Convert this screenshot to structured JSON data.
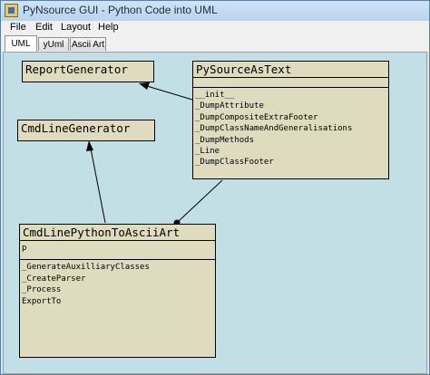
{
  "window": {
    "title": "PyNsource GUI - Python Code into UML"
  },
  "menu": [
    "File",
    "Edit",
    "Layout",
    "Help"
  ],
  "tabs": [
    "UML",
    "yUml",
    "Ascii Art"
  ],
  "active_tab": "UML",
  "classes": {
    "report_generator": {
      "name": "ReportGenerator"
    },
    "cmdline_generator": {
      "name": "CmdLineGenerator"
    },
    "pysource_as_text": {
      "name": "PySourceAsText",
      "methods": [
        "__init__",
        "_DumpAttribute",
        "_DumpCompositeExtraFooter",
        "_DumpClassNameAndGeneralisations",
        "_DumpMethods",
        "_Line",
        "_DumpClassFooter"
      ]
    },
    "cmdline_python_to_ascii_art": {
      "name": "CmdLinePythonToAsciiArt",
      "attributes": [
        "p"
      ],
      "methods": [
        "_GenerateAuxilliaryClasses",
        "_CreateParser",
        "_Process",
        "ExportTo"
      ]
    }
  },
  "relations": [
    {
      "from": "PySourceAsText",
      "to": "ReportGenerator",
      "kind": "generalisation"
    },
    {
      "from": "CmdLinePythonToAsciiArt",
      "to": "CmdLineGenerator",
      "kind": "generalisation"
    },
    {
      "from": "PySourceAsText",
      "to": "CmdLinePythonToAsciiArt",
      "kind": "composition"
    }
  ]
}
